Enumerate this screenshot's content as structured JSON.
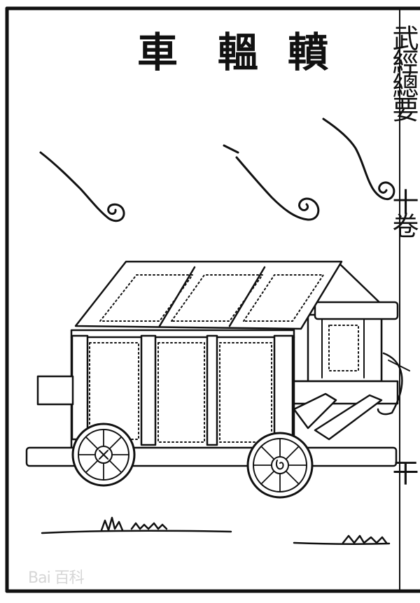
{
  "title": {
    "chars": [
      "車",
      "轀",
      "轒"
    ]
  },
  "margin": {
    "book_title": "武經總要",
    "volume": "十卷",
    "page": "干"
  },
  "watermark": "Bai 百科"
}
